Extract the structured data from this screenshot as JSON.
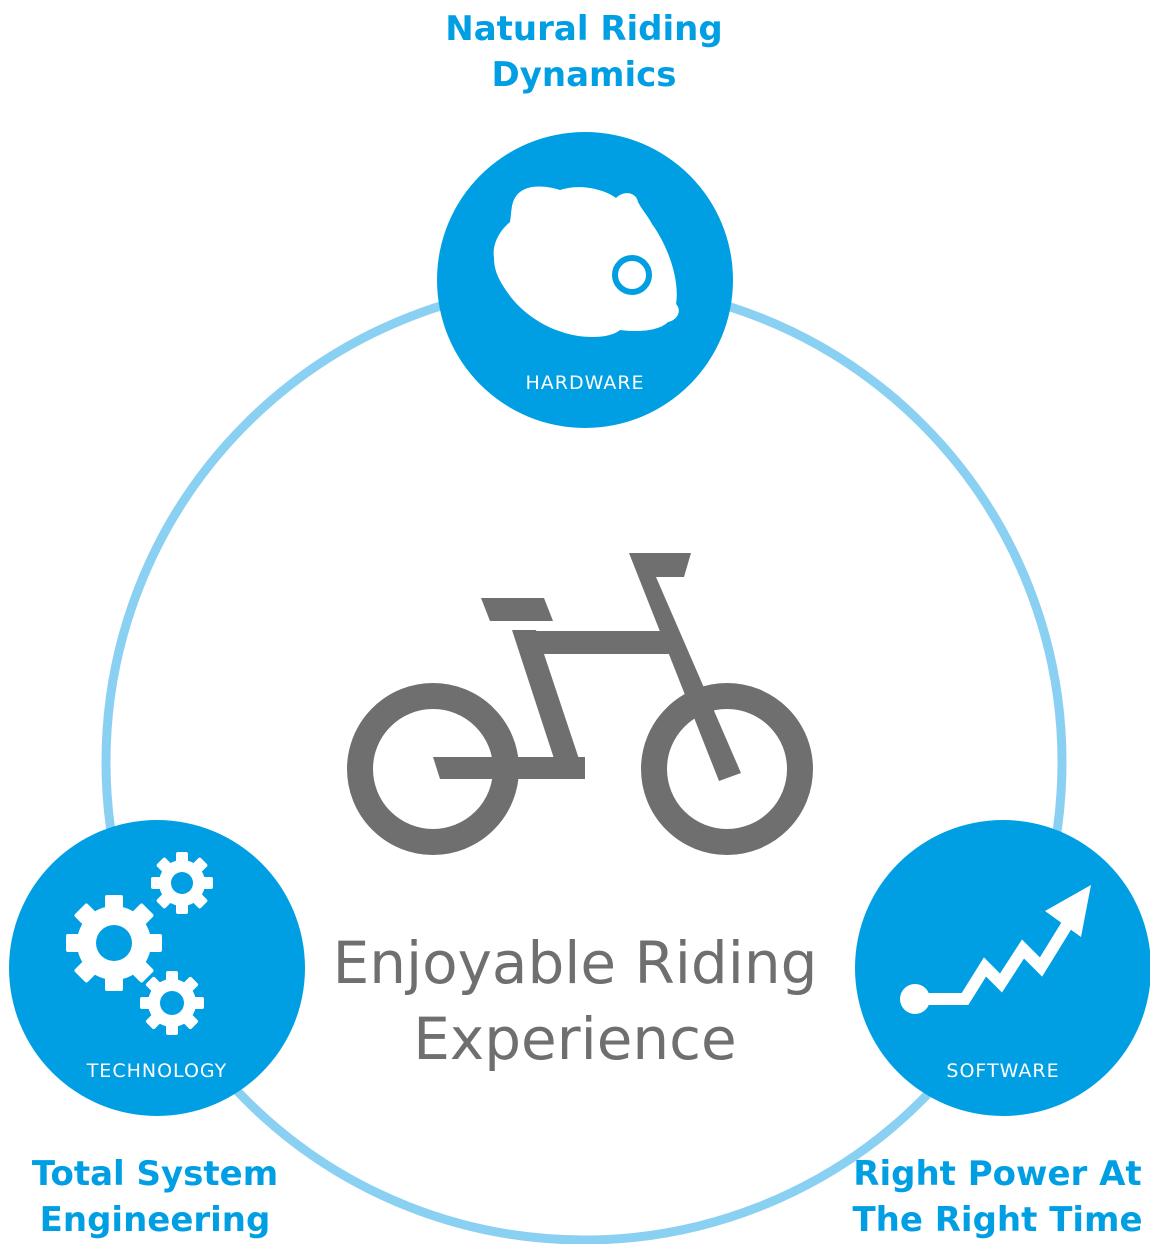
{
  "diagram": {
    "center_title": {
      "line1": "Enjoyable Riding",
      "line2": "Experience"
    },
    "nodes": [
      {
        "label": "HARDWARE",
        "heading_line1": "Natural Riding",
        "heading_line2": "Dynamics",
        "icon": "motor-icon"
      },
      {
        "label": "TECHNOLOGY",
        "heading_line1": "Total System",
        "heading_line2": "Engineering",
        "icon": "gears-icon"
      },
      {
        "label": "SOFTWARE",
        "heading_line1": "Right Power At",
        "heading_line2": "The Right Time",
        "icon": "trend-arrow-icon"
      }
    ],
    "center_icon": "bicycle-icon"
  },
  "colors": {
    "accent": "#009fe3",
    "ring": "#8ad0f2",
    "bike": "#6f6f6f",
    "text_gray": "#6f6f6f"
  }
}
